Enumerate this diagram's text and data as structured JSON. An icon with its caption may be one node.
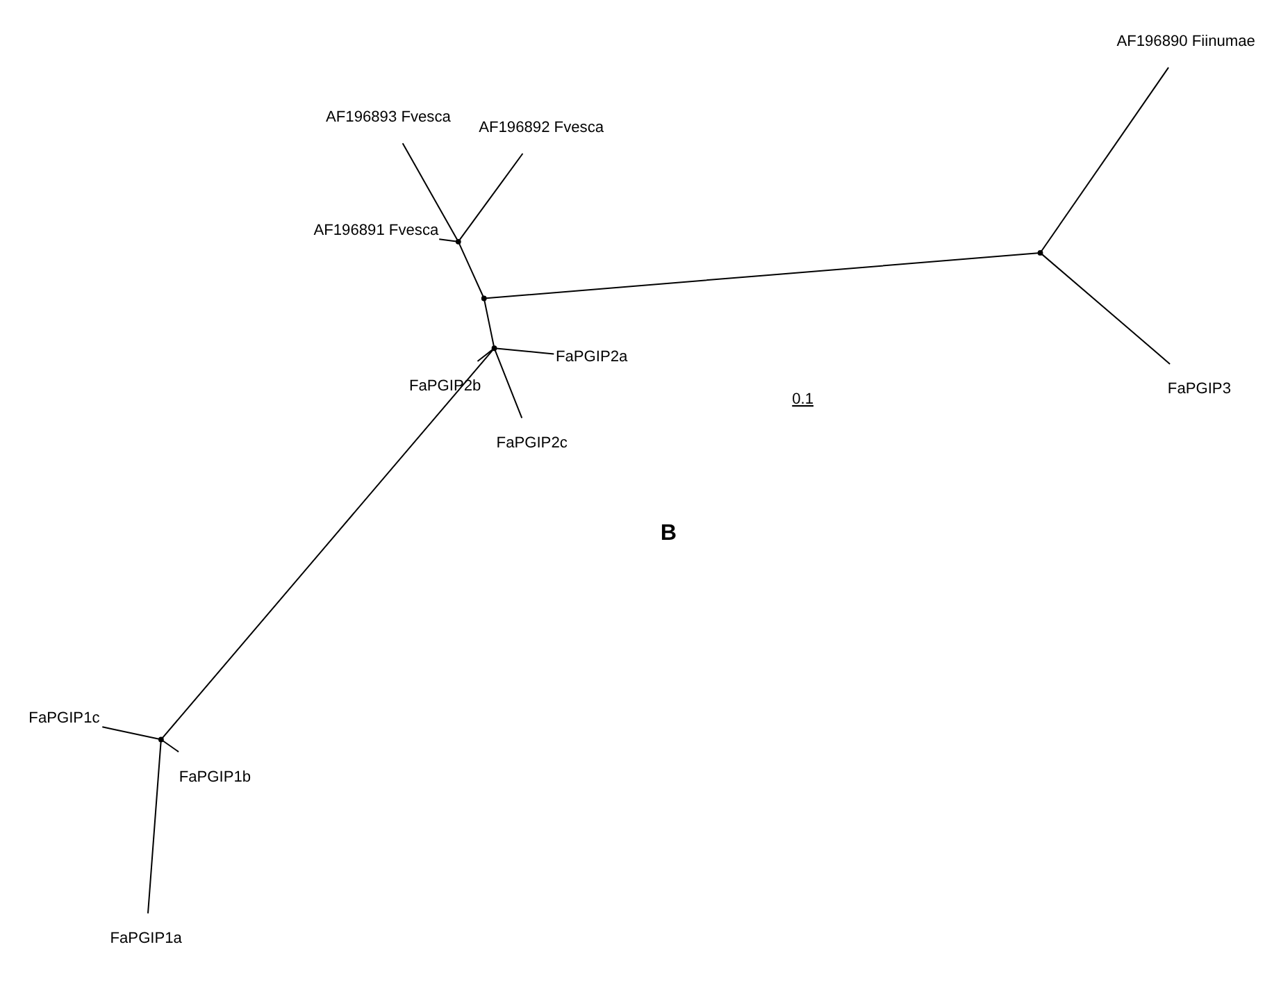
{
  "diagram": {
    "nodes": [
      {
        "text": [
          "AF196893 Fvesca"
        ]
      },
      {
        "text": [
          "FaPGIP2c"
        ]
      },
      {
        "text": [
          "AF196891 Fvesca"
        ]
      },
      {
        "text": [
          "FaPGIP2a"
        ]
      },
      {
        "text": [
          "FaPGIP2b"
        ]
      },
      {
        "text": [
          "AF196892 Fvesca"
        ]
      },
      {
        "text": [
          "FaPGIP1c"
        ]
      },
      {
        "text": [
          "FaPGIP1b"
        ]
      },
      {
        "text": [
          "FaPGIP1a"
        ]
      },
      {
        "text": [
          "AF196890 Fiinumae"
        ]
      },
      {
        "text": [
          "FaPGIP3"
        ]
      },
      {
        "text": [],
        "shape": "point"
      },
      {
        "text": [],
        "shape": "point"
      },
      {
        "text": [],
        "shape": "point"
      },
      {
        "text": [],
        "shape": "point"
      },
      {
        "text": [],
        "shape": "point"
      }
    ],
    "edges": [
      {
        "from": 11,
        "to": 3,
        "arrow": "none"
      },
      {
        "from": 11,
        "to": 1,
        "arrow": "none"
      },
      {
        "from": 11,
        "to": 4,
        "arrow": "none"
      },
      {
        "from": 11,
        "to": 14,
        "arrow": "none"
      },
      {
        "from": 11,
        "to": 12,
        "arrow": "none"
      },
      {
        "from": 12,
        "to": 13,
        "arrow": "none"
      },
      {
        "from": 12,
        "to": 15,
        "arrow": "none"
      },
      {
        "from": 13,
        "to": 0,
        "arrow": "none"
      },
      {
        "from": 13,
        "to": 2,
        "arrow": "none"
      },
      {
        "from": 13,
        "to": 5,
        "arrow": "none"
      },
      {
        "from": 14,
        "to": 6,
        "arrow": "none"
      },
      {
        "from": 14,
        "to": 7,
        "arrow": "none"
      },
      {
        "from": 14,
        "to": 8,
        "arrow": "none"
      },
      {
        "from": 15,
        "to": 9,
        "arrow": "none"
      },
      {
        "from": 15,
        "to": 10,
        "arrow": "none"
      }
    ],
    "labels": [
      "B",
      "0.1"
    ]
  }
}
